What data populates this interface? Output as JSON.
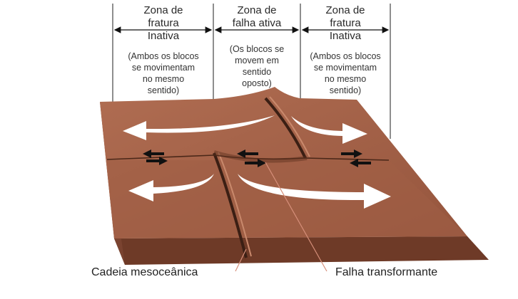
{
  "zones": [
    {
      "title_lines": [
        "Zona de",
        "fratura",
        "Inativa"
      ],
      "note_lines": [
        "(Ambos os blocos",
        "se movimentam",
        "no mesmo",
        "sentido)"
      ]
    },
    {
      "title_lines": [
        "Zona de",
        "falha ativa"
      ],
      "note_lines": [
        "(Os blocos se",
        "movem em",
        "sentido",
        "oposto)"
      ]
    },
    {
      "title_lines": [
        "Zona de",
        "fratura",
        "Inativa"
      ],
      "note_lines": [
        "(Ambos os blocos",
        "se movimentam",
        "no mesmo",
        "sentido)"
      ]
    }
  ],
  "callouts": {
    "ridge": "Cadeia mesoceânica",
    "fault": "Falha transformante"
  },
  "colors": {
    "plate_top": "#a5644a",
    "plate_side": "#6e3a27",
    "ridge_line": "#3b1f14",
    "arrow_white": "#ffffff",
    "arrow_black": "#111111"
  }
}
